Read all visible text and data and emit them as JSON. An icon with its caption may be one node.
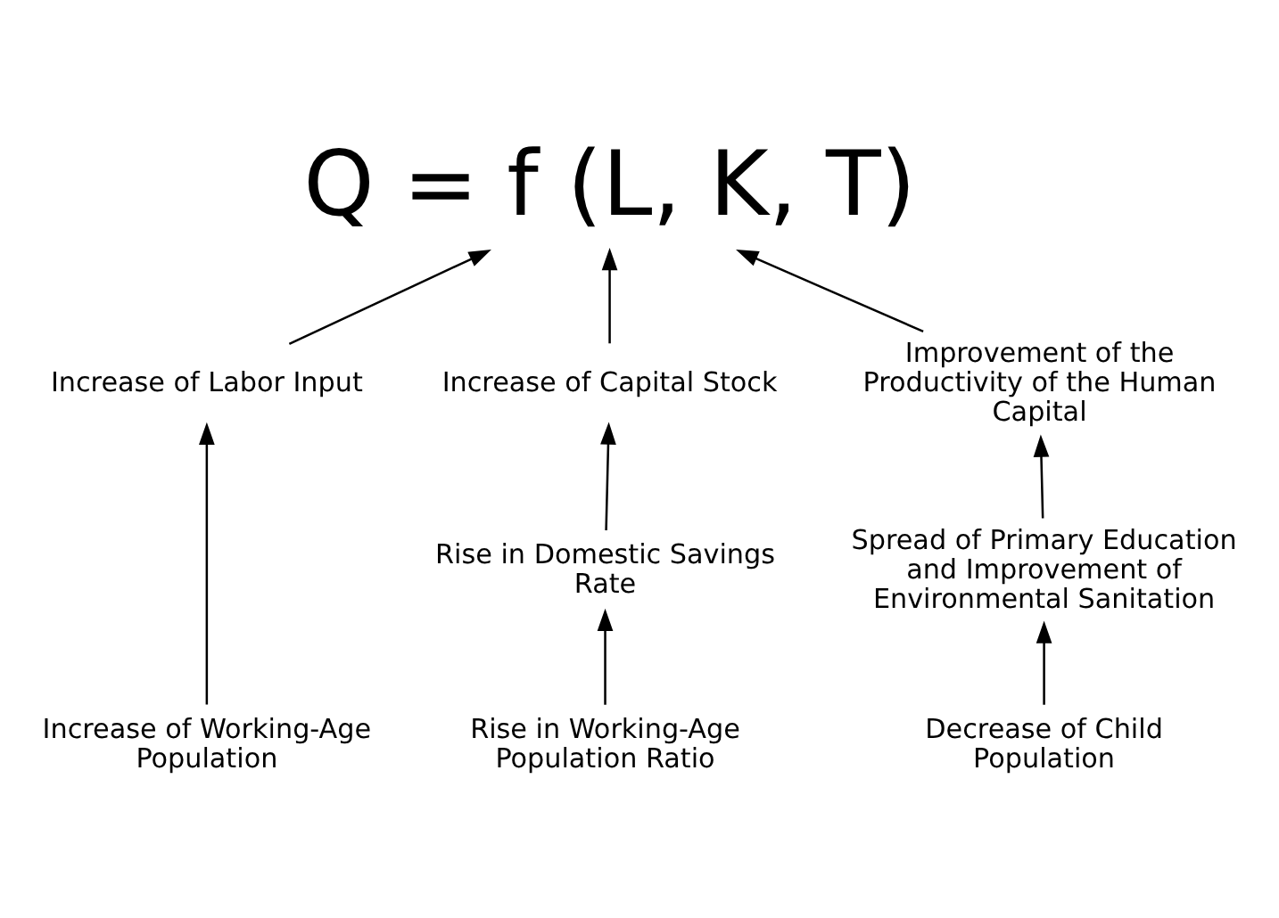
{
  "diagram": {
    "nodes": [
      {
        "text": [
          "Q = f (L, K, T)"
        ]
      },
      {
        "text": [
          "Increase of Labor Input"
        ]
      },
      {
        "text": [
          "Increase of Capital Stock"
        ]
      },
      {
        "text": [
          "Improvement of the Productivity of the Human Capital"
        ]
      },
      {
        "text": [
          "Rise in Domestic Savings Rate"
        ]
      },
      {
        "text": [
          "Spread of Primary Education and Improvement of Environmental Sanitation"
        ]
      },
      {
        "text": [
          "Increase of Working-Age Population"
        ]
      },
      {
        "text": [
          "Rise in Working-Age Population Ratio"
        ]
      },
      {
        "text": [
          "Decrease of Child Population"
        ]
      }
    ],
    "edges": [
      {
        "from": 1,
        "to": 0,
        "arrow": "to"
      },
      {
        "from": 2,
        "to": 0,
        "arrow": "to"
      },
      {
        "from": 3,
        "to": 0,
        "arrow": "to"
      },
      {
        "from": 6,
        "to": 1,
        "arrow": "to"
      },
      {
        "from": 4,
        "to": 2,
        "arrow": "to"
      },
      {
        "from": 5,
        "to": 3,
        "arrow": "to"
      },
      {
        "from": 7,
        "to": 4,
        "arrow": "to"
      },
      {
        "from": 8,
        "to": 5,
        "arrow": "to"
      }
    ]
  }
}
